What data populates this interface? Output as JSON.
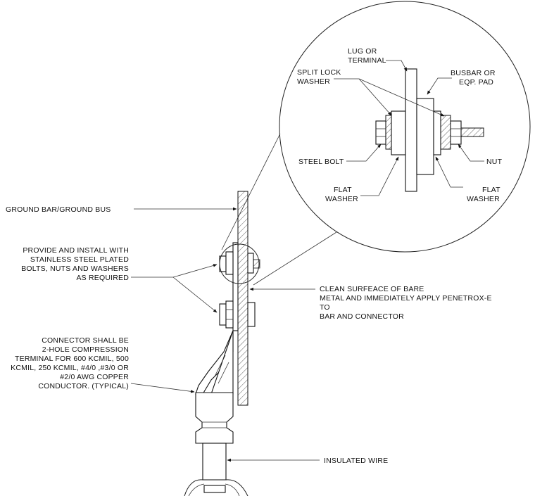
{
  "detail_labels": {
    "lug": [
      "LUG OR",
      "TERMINAL"
    ],
    "busbar": [
      "BUSBAR OR",
      "EQP. PAD"
    ],
    "split_lock": [
      "SPLIT LOCK",
      "WASHER"
    ],
    "steel_bolt": "STEEL BOLT",
    "nut": "NUT",
    "flat_washer_left": [
      "FLAT",
      "WASHER"
    ],
    "flat_washer_right": [
      "FLAT",
      "WASHER"
    ]
  },
  "main_labels": {
    "ground_bar": "GROUND BAR/GROUND BUS",
    "provide": [
      "PROVIDE AND INSTALL WITH",
      "STAINLESS STEEL PLATED",
      "BOLTS, NUTS AND WASHERS",
      "AS REQUIRED"
    ],
    "clean": [
      "CLEAN SURFEACE OF BARE",
      "METAL AND IMMEDIATELY APPLY PENETROX-E",
      "TO",
      "BAR AND CONNECTOR"
    ],
    "connector": [
      "CONNECTOR SHALL BE",
      "2-HOLE COMPRESSION",
      "TERMINAL FOR 600 KCMIL, 500",
      "KCMIL, 250 KCMIL, #4/0 ,#3/0 OR",
      "#2/0 AWG COPPER",
      "CONDUCTOR. (TYPICAL)"
    ],
    "insulated_wire": "INSULATED WIRE"
  }
}
